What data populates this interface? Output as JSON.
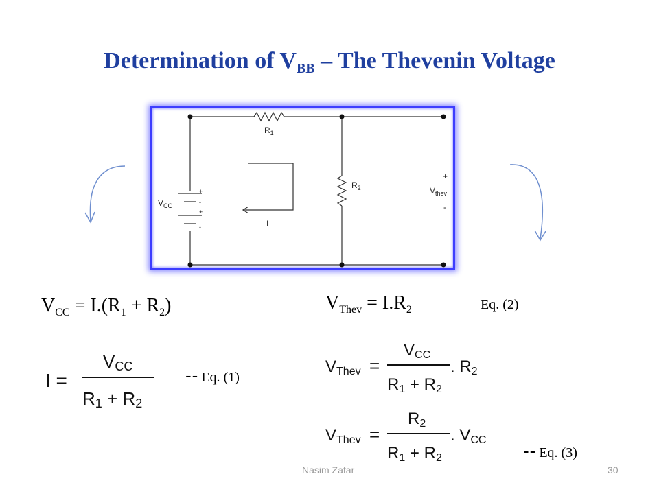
{
  "slide": {
    "title": {
      "main": "Determination  of  V",
      "sub": "BB",
      "rest": " – The Thevenin Voltage"
    },
    "circuit": {
      "r1_label": "R",
      "r1_sub": "1",
      "r2_label": "R",
      "r2_sub": "2",
      "vcc_label": "V",
      "vcc_sub": "CC",
      "current_label": "I",
      "vthev_plus": "+",
      "vthev_label": "V",
      "vthev_sub": "thev",
      "vthev_minus": "-",
      "batt_plus": "+",
      "batt_minus": "-"
    },
    "eq_vcc": {
      "a": "V",
      "a_sub": "CC",
      "b": " = I.(R",
      "b_sub": "1",
      "c": " + R",
      "c_sub": "2",
      "d": ")"
    },
    "eq_vthev": {
      "a": "V",
      "a_sub": "Thev",
      "b": " = I.R",
      "b_sub": "2"
    },
    "eq2_label": "Eq. (2)",
    "eq1_label": "Eq. (1)",
    "eq3_label": "Eq. (3)",
    "dashes": "--",
    "formula1": {
      "lhs": "I =",
      "num": "V",
      "num_sub": "CC",
      "den1": "R",
      "den1_sub": "1",
      "den_plus": " + R",
      "den2_sub": "2"
    },
    "formula2": {
      "lhs": "V",
      "lhs_sub": "Thev",
      "eq": "=",
      "num": "V",
      "num_sub": "CC",
      "den1": "R",
      "den1_sub": "1",
      "den_plus": " + R",
      "den2_sub": "2",
      "mult": ". R",
      "mult_sub": "2"
    },
    "formula3": {
      "lhs": "V",
      "lhs_sub": "Thev",
      "eq": "=",
      "num": "R",
      "num_sub": "2",
      "den1": "R",
      "den1_sub": "1",
      "den_plus": " + R",
      "den2_sub": "2",
      "mult": ". V",
      "mult_sub": "CC"
    },
    "footer": {
      "author": "Nasim Zafar",
      "page": "30"
    },
    "colors": {
      "title": "#1f3f9f",
      "frame": "#3d3dff",
      "arrows": "#6f8fcf",
      "footer": "#9a9a9a"
    }
  }
}
